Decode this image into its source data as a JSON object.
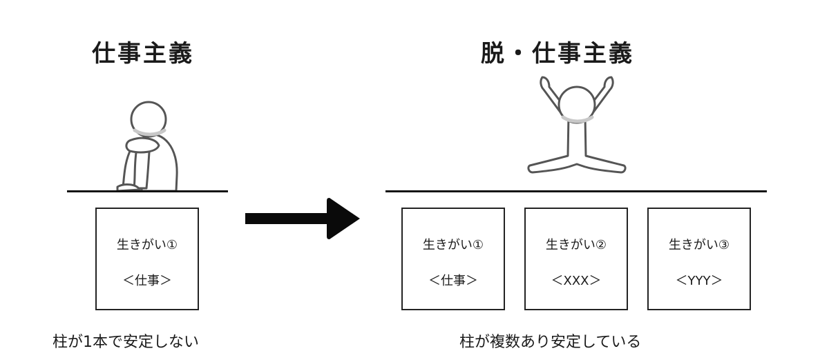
{
  "left": {
    "title": "仕事主義",
    "pillars": [
      {
        "label": "生きがい①",
        "content": "＜仕事＞"
      }
    ],
    "caption": "柱が1本で安定しない"
  },
  "right": {
    "title": "脱・仕事主義",
    "pillars": [
      {
        "label": "生きがい①",
        "content": "＜仕事＞"
      },
      {
        "label": "生きがい②",
        "content": "＜XXX＞"
      },
      {
        "label": "生きがい③",
        "content": "＜YYY＞"
      }
    ],
    "caption": "柱が複数あり安定している"
  },
  "icons": {
    "arrow": "right-arrow-icon",
    "left_figure": "sitting-hugging-knees-figure-icon",
    "right_figure": "jumping-arms-up-figure-icon"
  }
}
